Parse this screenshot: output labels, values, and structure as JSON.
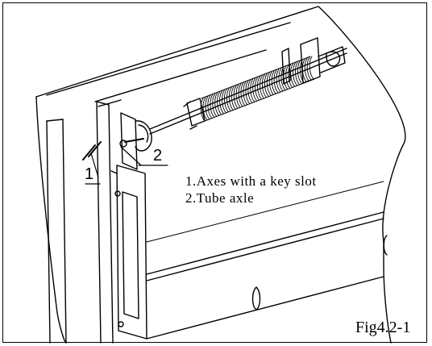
{
  "callouts": {
    "one": "1",
    "two": "2"
  },
  "legend": {
    "item1": "1.Axes with a key slot",
    "item2": "2.Tube axle"
  },
  "figure_label": "Fig4.2-1",
  "colors": {
    "line": "#000000",
    "background": "#ffffff"
  }
}
